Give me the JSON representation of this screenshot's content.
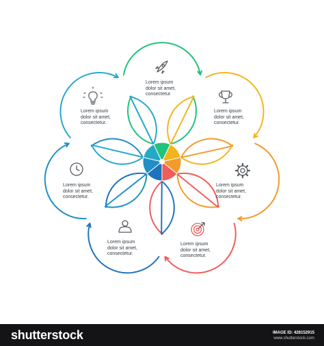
{
  "petals": [
    {
      "id": "rocket",
      "icon": "rocket-icon",
      "color": "#21c27a",
      "lines": [
        "Lorem ipsum",
        "dolor sit amet,",
        "consectetur."
      ]
    },
    {
      "id": "trophy",
      "icon": "trophy-icon",
      "color": "#f2b51d",
      "lines": [
        "Lorem ipsum",
        "dolor sit amet,",
        "consectetur."
      ]
    },
    {
      "id": "gear",
      "icon": "gear-icon",
      "color": "#f39a2b",
      "lines": [
        "Lorem ipsum",
        "dolor sit amet,",
        "consectetur."
      ]
    },
    {
      "id": "target",
      "icon": "target-icon",
      "color": "#ef5d5a",
      "lines": [
        "Lorem ipsum",
        "dolor sit amet,",
        "consectetur."
      ]
    },
    {
      "id": "user",
      "icon": "user-icon",
      "color": "#1e73be",
      "lines": [
        "Lorem ipsum",
        "dolor sit amet,",
        "consectetur."
      ]
    },
    {
      "id": "clock",
      "icon": "clock-icon",
      "color": "#1f8fc6",
      "lines": [
        "Lorem ipsum",
        "dolor sit amet,",
        "consectetur."
      ]
    },
    {
      "id": "bulb",
      "icon": "lightbulb-icon",
      "color": "#25a9c7",
      "lines": [
        "Lorem ipsum",
        "dolor sit amet,",
        "consectetur."
      ]
    }
  ],
  "footer": {
    "brand": "shutterstock",
    "image_id": "IMAGE ID: 428152915",
    "site": "www.shutterstock.com"
  }
}
